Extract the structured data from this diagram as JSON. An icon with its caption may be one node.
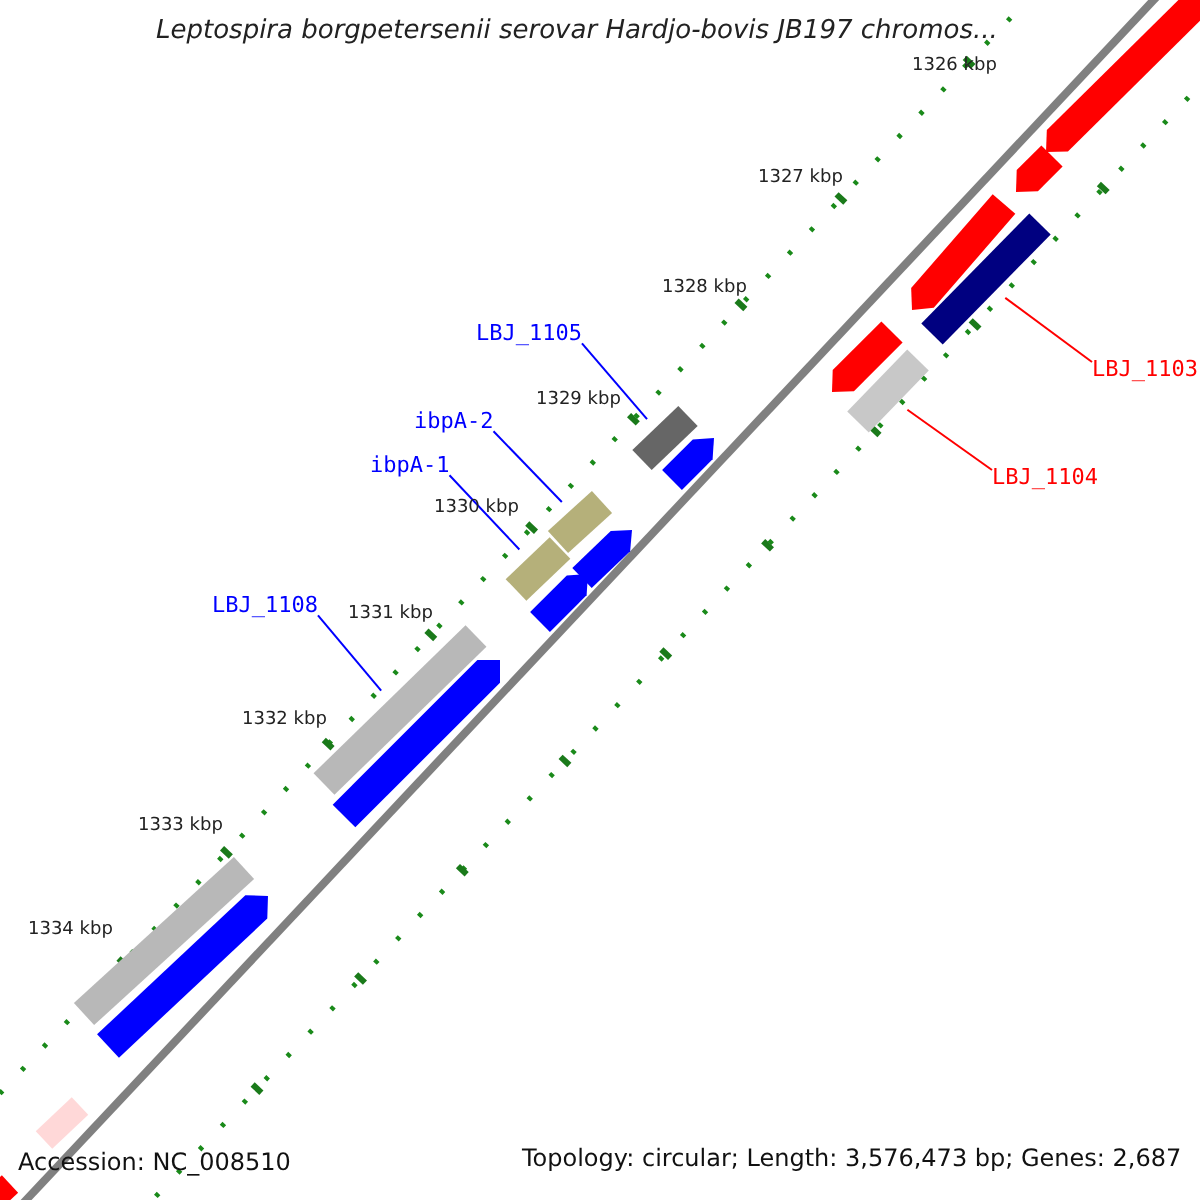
{
  "diagram": {
    "title": "Leptospira borgpetersenii serovar Hardjo-bovis JB197 chromos...",
    "nodes": [
      {
        "text": [
          "LBJ_1105"
        ]
      },
      {
        "text": [
          "ibpA-2"
        ]
      },
      {
        "text": [
          "ibpA-1"
        ]
      },
      {
        "text": [
          "LBJ_1108"
        ]
      },
      {
        "text": [
          "LBJ_1103"
        ]
      },
      {
        "text": [
          "LBJ_1104"
        ]
      },
      {
        "text": [],
        "shape": "pentagon"
      },
      {
        "text": [],
        "shape": "pentagon"
      },
      {
        "text": [],
        "shape": "pentagon"
      },
      {
        "text": [],
        "shape": "bar"
      },
      {
        "text": [],
        "shape": "pentagon"
      },
      {
        "text": [],
        "shape": "bar"
      },
      {
        "text": [],
        "shape": "bar"
      },
      {
        "text": [],
        "shape": "pentagon"
      },
      {
        "text": [],
        "shape": "bar"
      },
      {
        "text": [],
        "shape": "pentagon"
      },
      {
        "text": [],
        "shape": "bar"
      },
      {
        "text": [],
        "shape": "pentagon"
      },
      {
        "text": [],
        "shape": "bar"
      },
      {
        "text": [],
        "shape": "pentagon"
      },
      {
        "text": [],
        "shape": "bar"
      },
      {
        "text": [],
        "shape": "pentagon"
      },
      {
        "text": [],
        "shape": "bar"
      },
      {
        "text": [],
        "shape": "bar"
      }
    ],
    "edges": [
      {
        "from": 0,
        "to": 12,
        "arrow": "none"
      },
      {
        "from": 1,
        "to": 14,
        "arrow": "none"
      },
      {
        "from": 2,
        "to": 16,
        "arrow": "none"
      },
      {
        "from": 3,
        "to": 18,
        "arrow": "none"
      },
      {
        "from": 4,
        "to": 9,
        "arrow": "none",
        "color": "#ff0000"
      },
      {
        "from": 5,
        "to": 11,
        "arrow": "none",
        "color": "#ff0000"
      }
    ],
    "labels": [
      "1326 kbp",
      "1327 kbp",
      "1328 kbp",
      "1329 kbp",
      "1330 kbp",
      "1331 kbp",
      "1332 kbp",
      "1333 kbp",
      "1334 kbp",
      "Accession: NC_008510",
      "Topology: circular; Length: 3,576,473 bp; Genes: 2,687"
    ]
  }
}
